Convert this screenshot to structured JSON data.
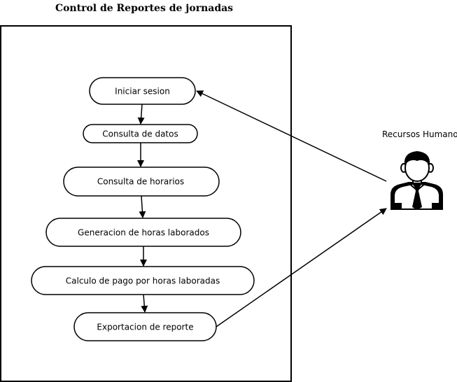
{
  "diagram": {
    "title": "Control de Reportes de jornadas",
    "actor": {
      "label": "Recursos Humanos",
      "icon": "person-with-tie-icon"
    },
    "use_cases": [
      {
        "id": "iniciar-sesion",
        "label": "Iniciar sesion"
      },
      {
        "id": "consulta-datos",
        "label": "Consulta de datos"
      },
      {
        "id": "consulta-horarios",
        "label": "Consulta de horarios"
      },
      {
        "id": "generacion-horas",
        "label": "Generacion de horas laborados"
      },
      {
        "id": "calculo-pago",
        "label": "Calculo de pago por horas laboradas"
      },
      {
        "id": "exportacion-reporte",
        "label": "Exportacion de reporte"
      }
    ],
    "flows": [
      {
        "from": "iniciar-sesion",
        "to": "consulta-datos"
      },
      {
        "from": "consulta-datos",
        "to": "consulta-horarios"
      },
      {
        "from": "consulta-horarios",
        "to": "generacion-horas"
      },
      {
        "from": "generacion-horas",
        "to": "calculo-pago"
      },
      {
        "from": "calculo-pago",
        "to": "exportacion-reporte"
      }
    ],
    "associations": [
      {
        "from": "actor",
        "to": "iniciar-sesion"
      },
      {
        "from": "exportacion-reporte",
        "to": "actor"
      }
    ]
  }
}
